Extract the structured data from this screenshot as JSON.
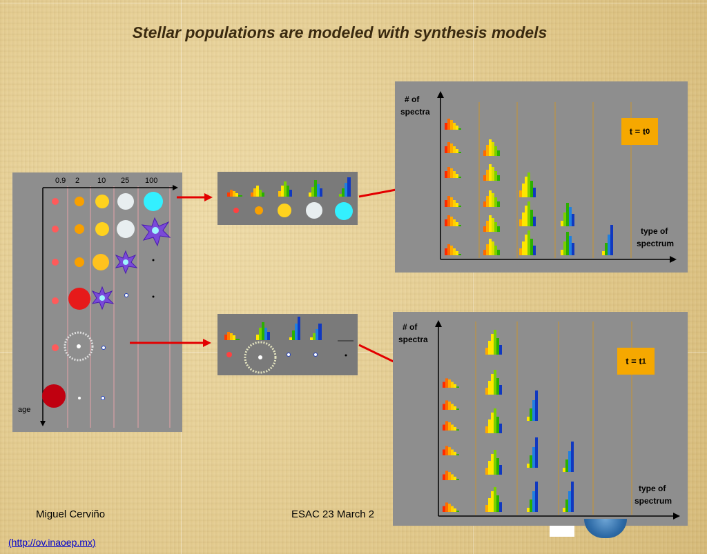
{
  "title": "Stellar populations are modeled with synthesis models",
  "left_panel": {
    "masses": [
      "0.9",
      "2",
      "10",
      "25",
      "100"
    ],
    "y_label": "age"
  },
  "top_right": {
    "y_label_line1": "# of",
    "y_label_line2": "spectra",
    "x_label_line1": "type of",
    "x_label_line2": "spectrum",
    "badge_main": "t = t",
    "badge_sub": "0"
  },
  "bottom_right": {
    "y_label_line1": "# of",
    "y_label_line2": "spectra",
    "x_label_line1": "type of",
    "x_label_line2": "spectrum",
    "badge_main": "t = t",
    "badge_sub": "1"
  },
  "footer": {
    "author": "Miguel Cerviño",
    "event": "ESAC 23 March  2",
    "url": "(http://ov.inaoep.mx)"
  },
  "colors": {
    "arrow": "#e30000",
    "panel": "#8e8e8e",
    "badge": "#f6a800",
    "title": "#3a2a10"
  }
}
